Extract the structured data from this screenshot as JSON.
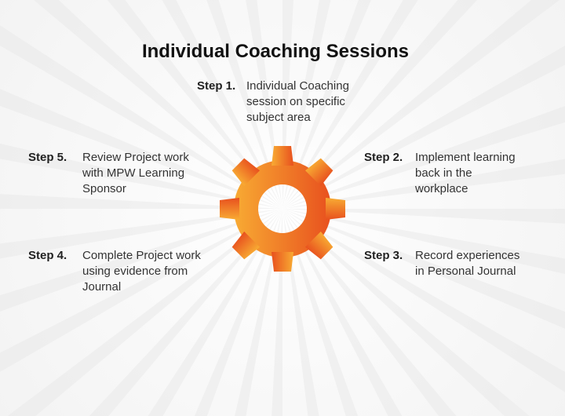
{
  "title": "Individual Coaching Sessions",
  "steps": [
    {
      "label": "Step 1.",
      "text": "Individual Coaching\nsession on specific\nsubject area"
    },
    {
      "label": "Step 2.",
      "text": "Implement learning\nback in the\nworkplace"
    },
    {
      "label": "Step 3.",
      "text": "Record experiences\nin Personal Journal"
    },
    {
      "label": "Step 4.",
      "text": "Complete Project work\nusing evidence from\nJournal"
    },
    {
      "label": "Step 5.",
      "text": "Review Project work\nwith MPW Learning\nSponsor"
    }
  ],
  "colors": {
    "gear_start": "#f8ab33",
    "gear_end": "#e8501e"
  }
}
